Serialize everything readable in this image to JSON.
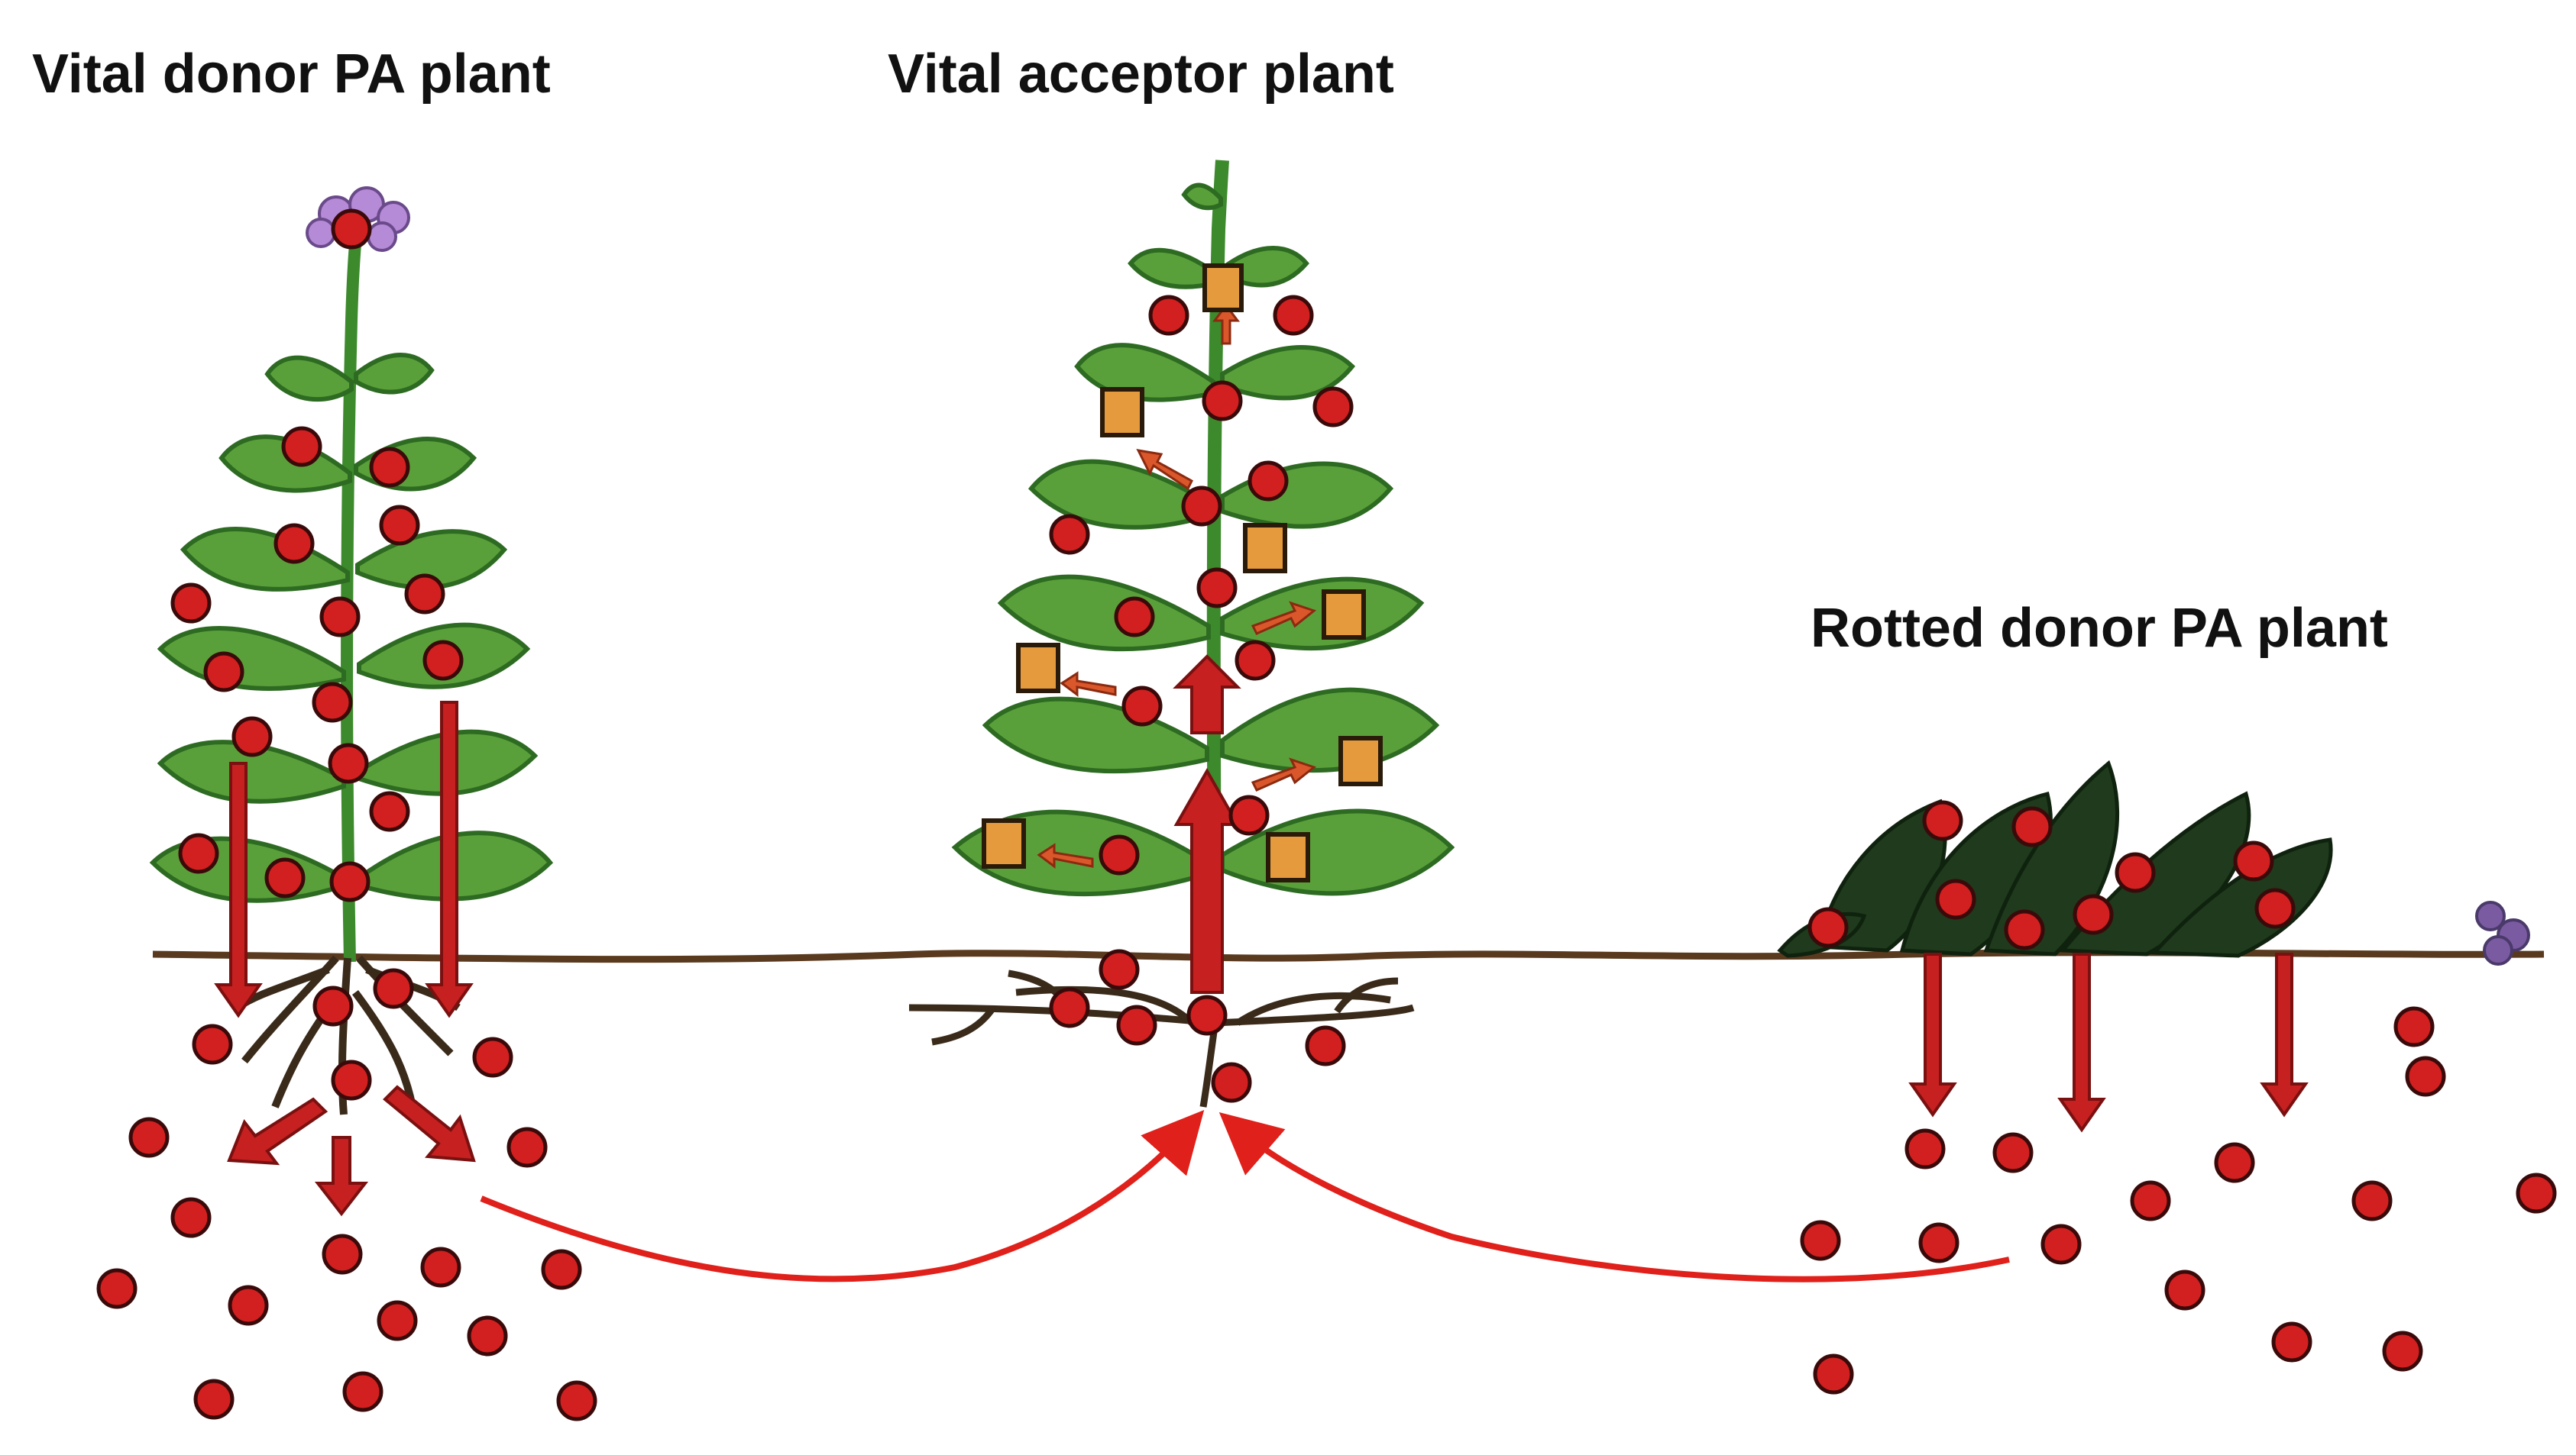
{
  "labels": {
    "vital_donor": "Vital donor PA plant",
    "vital_acceptor": "Vital acceptor plant",
    "rotted_donor": "Rotted donor PA plant"
  },
  "colors": {
    "pa_dot": "#d21f1f",
    "dot_outline": "#3a0a0a",
    "square": "#e59a3d",
    "arrow": "#c62020",
    "leaf": "#5aa03a",
    "leaf_dark": "#2e6b22",
    "rotted_leaf": "#1f3a1c",
    "soil": "#5a3a1e",
    "root": "#3a2a1a",
    "flower": "#b58ad6"
  }
}
